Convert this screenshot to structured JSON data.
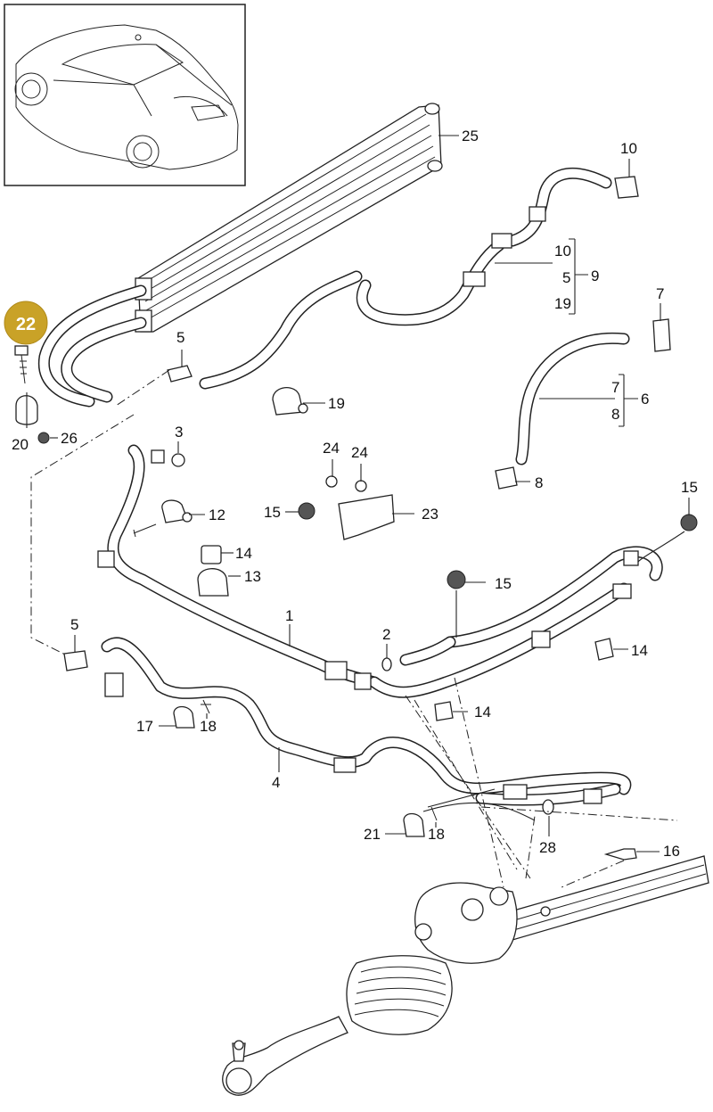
{
  "highlight": {
    "label": "22",
    "color": "#c9a227"
  },
  "callouts": [
    {
      "id": "c25",
      "text": "25"
    },
    {
      "id": "c10",
      "text": "10"
    },
    {
      "id": "c9g10",
      "text": "10"
    },
    {
      "id": "c9g5",
      "text": "5"
    },
    {
      "id": "c9g19",
      "text": "19"
    },
    {
      "id": "c9",
      "text": "9"
    },
    {
      "id": "c7",
      "text": "7"
    },
    {
      "id": "c6g7",
      "text": "7"
    },
    {
      "id": "c6g8",
      "text": "8"
    },
    {
      "id": "c6",
      "text": "6"
    },
    {
      "id": "c5a",
      "text": "5"
    },
    {
      "id": "c19",
      "text": "19"
    },
    {
      "id": "c20",
      "text": "20"
    },
    {
      "id": "c26",
      "text": "26"
    },
    {
      "id": "c3",
      "text": "3"
    },
    {
      "id": "c8",
      "text": "8"
    },
    {
      "id": "c24a",
      "text": "24"
    },
    {
      "id": "c24b",
      "text": "24"
    },
    {
      "id": "c12",
      "text": "12"
    },
    {
      "id": "c15a",
      "text": "15"
    },
    {
      "id": "c23",
      "text": "23"
    },
    {
      "id": "c15r",
      "text": "15"
    },
    {
      "id": "c14a",
      "text": "14"
    },
    {
      "id": "c13",
      "text": "13"
    },
    {
      "id": "c15b",
      "text": "15"
    },
    {
      "id": "c1",
      "text": "1"
    },
    {
      "id": "c2",
      "text": "2"
    },
    {
      "id": "c5b",
      "text": "5"
    },
    {
      "id": "c14b",
      "text": "14"
    },
    {
      "id": "c14c",
      "text": "14"
    },
    {
      "id": "c17",
      "text": "17"
    },
    {
      "id": "c18a",
      "text": "18"
    },
    {
      "id": "c4",
      "text": "4"
    },
    {
      "id": "c21",
      "text": "21"
    },
    {
      "id": "c18b",
      "text": "18"
    },
    {
      "id": "c28",
      "text": "28"
    },
    {
      "id": "c16",
      "text": "16"
    }
  ]
}
